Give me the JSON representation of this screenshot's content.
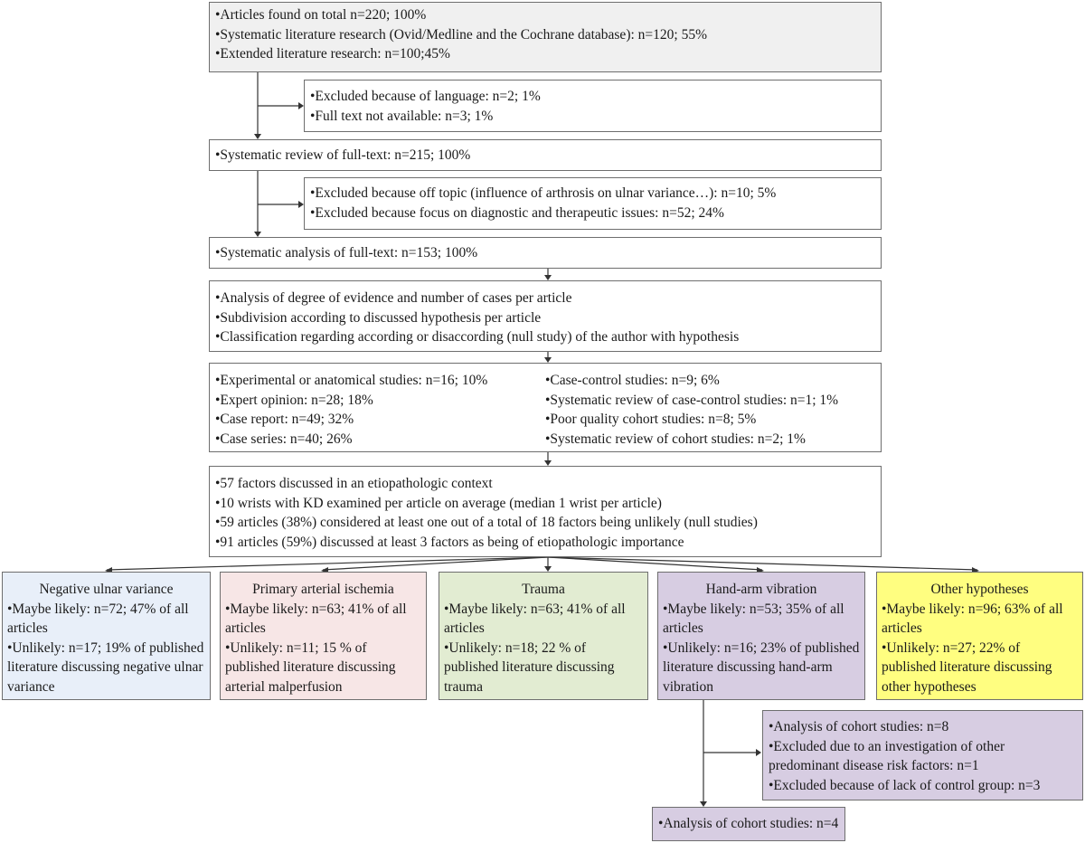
{
  "boxes": {
    "b1": [
      "•Articles found on total n=220; 100%",
      "•Systematic literature research (Ovid/Medline and the Cochrane database): n=120; 55%",
      "•Extended literature research: n=100;45%"
    ],
    "b2": [
      "•Excluded because of language: n=2; 1%",
      "•Full text not available: n=3;  1%"
    ],
    "b3": [
      "•Systematic review of full-text: n=215; 100%"
    ],
    "b4": [
      "•Excluded because off topic (influence of arthrosis on ulnar variance…): n=10; 5%",
      "•Excluded because focus on diagnostic and therapeutic issues: n=52; 24%"
    ],
    "b5": [
      "•Systematic analysis of full-text: n=153; 100%"
    ],
    "b6": [
      "•Analysis of degree of evidence and number of cases per article",
      "•Subdivision according to discussed hypothesis per article",
      "•Classification regarding according or disaccording (null study) of the author with hypothesis"
    ],
    "b7": {
      "left": [
        "•Experimental or anatomical studies: n=16; 10%",
        "•Expert opinion: n=28; 18%",
        "•Case report: n=49; 32%",
        "•Case series: n=40; 26%"
      ],
      "right": [
        "•Case-control studies: n=9; 6%",
        "•Systematic review of case-control studies: n=1; 1%",
        "•Poor quality cohort studies: n=8; 5%",
        "•Systematic review of cohort studies: n=2; 1%"
      ]
    },
    "b8": [
      "•57 factors discussed in an etiopathologic context",
      "•10 wrists with KD examined per article on average (median 1 wrist per article)",
      "•59 articles (38%) considered at least one out of a total of 18 factors being  unlikely (null studies)",
      "•91 articles (59%) discussed at least 3 factors as being of etiopathologic importance"
    ],
    "h1": {
      "title": "Negative ulnar variance",
      "lines": [
        "•Maybe likely: n=72; 47% of all articles",
        "•Unlikely: n=17;  19%  of published literature discussing negative ulnar variance"
      ]
    },
    "h2": {
      "title": "Primary arterial ischemia",
      "lines": [
        "•Maybe likely: n=63; 41% of all articles",
        "•Unlikely: n=11;  15 %  of published literature discussing arterial malperfusion"
      ]
    },
    "h3": {
      "title": "Trauma",
      "lines": [
        "•Maybe likely: n=63; 41% of all articles",
        "•Unlikely: n=18;  22 % of published literature discussing trauma"
      ]
    },
    "h4": {
      "title": "Hand-arm vibration",
      "lines": [
        "•Maybe likely: n=53;  35% of all articles",
        "•Unlikely: n=16; 23% of published literature discussing hand-arm vibration"
      ]
    },
    "h5": {
      "title": "Other hypotheses",
      "lines": [
        "•Maybe likely: n=96; 63% of all articles",
        "•Unlikely: n=27; 22% of published literature discussing other hypotheses"
      ]
    },
    "b9": [
      "•Analysis of cohort studies: n=8",
      "•Excluded due to an investigation of other predominant disease risk factors: n=1",
      "•Excluded because of lack of control group: n=3"
    ],
    "b10": [
      "•Analysis of cohort studies: n=4"
    ]
  },
  "colors": {
    "gray": "#f0f0f0",
    "blue": "#e8eff9",
    "pink": "#f7e6e6",
    "green": "#e2ecd2",
    "purple": "#d7cde2",
    "yellow": "#fffe80",
    "border": "#6e6e6e"
  }
}
